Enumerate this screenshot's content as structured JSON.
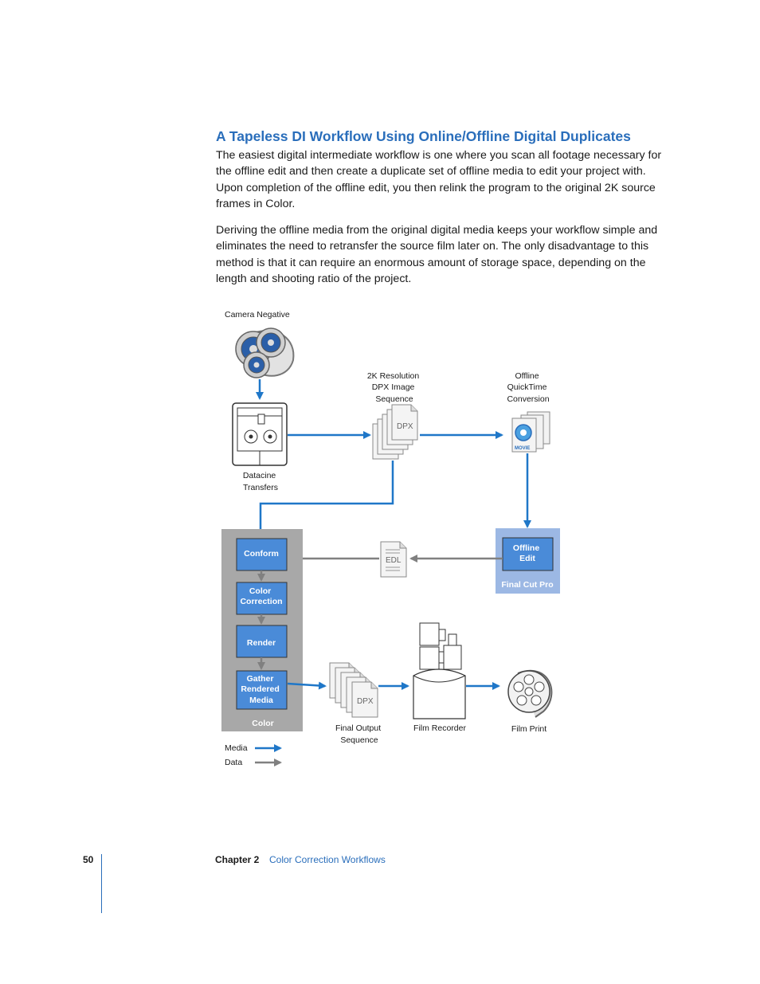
{
  "heading": "A Tapeless DI Workflow Using Online/Offline Digital Duplicates",
  "paragraphs": [
    "The easiest digital intermediate workflow is one where you scan all footage necessary for the offline edit and then create a duplicate set of offline media to edit your project with. Upon completion of the offline edit, you then relink the program to the original 2K source frames in Color.",
    "Deriving the offline media from the original digital media keeps your workflow simple and eliminates the need to retransfer the source film later on. The only disadvantage to this method is that it can require an enormous amount of storage space, depending on the length and shooting ratio of the project."
  ],
  "diagram": {
    "camera_negative": "Camera Negative",
    "datacine": [
      "Datacine",
      "Transfers"
    ],
    "dpx_sequence": [
      "2K Resolution",
      "DPX Image",
      "Sequence"
    ],
    "offline_conversion": [
      "Offline",
      "QuickTime",
      "Conversion"
    ],
    "dpx_icon": "DPX",
    "edl_icon": "EDL",
    "movie_icon": "MOVIE",
    "final_cut_pro": "Final Cut Pro",
    "offline_edit": [
      "Offline",
      "Edit"
    ],
    "color_panel": "Color",
    "steps": {
      "conform": [
        "Conform"
      ],
      "color_correction": [
        "Color",
        "Correction"
      ],
      "render": [
        "Render"
      ],
      "gather": [
        "Gather",
        "Rendered",
        "Media"
      ]
    },
    "final_output": [
      "Final Output",
      "Sequence"
    ],
    "film_recorder": "Film Recorder",
    "film_print": "Film Print",
    "legend": {
      "media": "Media",
      "data": "Data"
    }
  },
  "colors": {
    "accent": "#2a6ebb",
    "media_arrow": "#1f77c8",
    "data_arrow": "#808080",
    "box_fill": "#4a8bd8",
    "color_panel": "#a8a8a8",
    "fcp_panel": "#9cb8e4"
  },
  "footer": {
    "page_number": "50",
    "chapter": "Chapter 2",
    "chapter_title": "Color Correction Workflows"
  }
}
